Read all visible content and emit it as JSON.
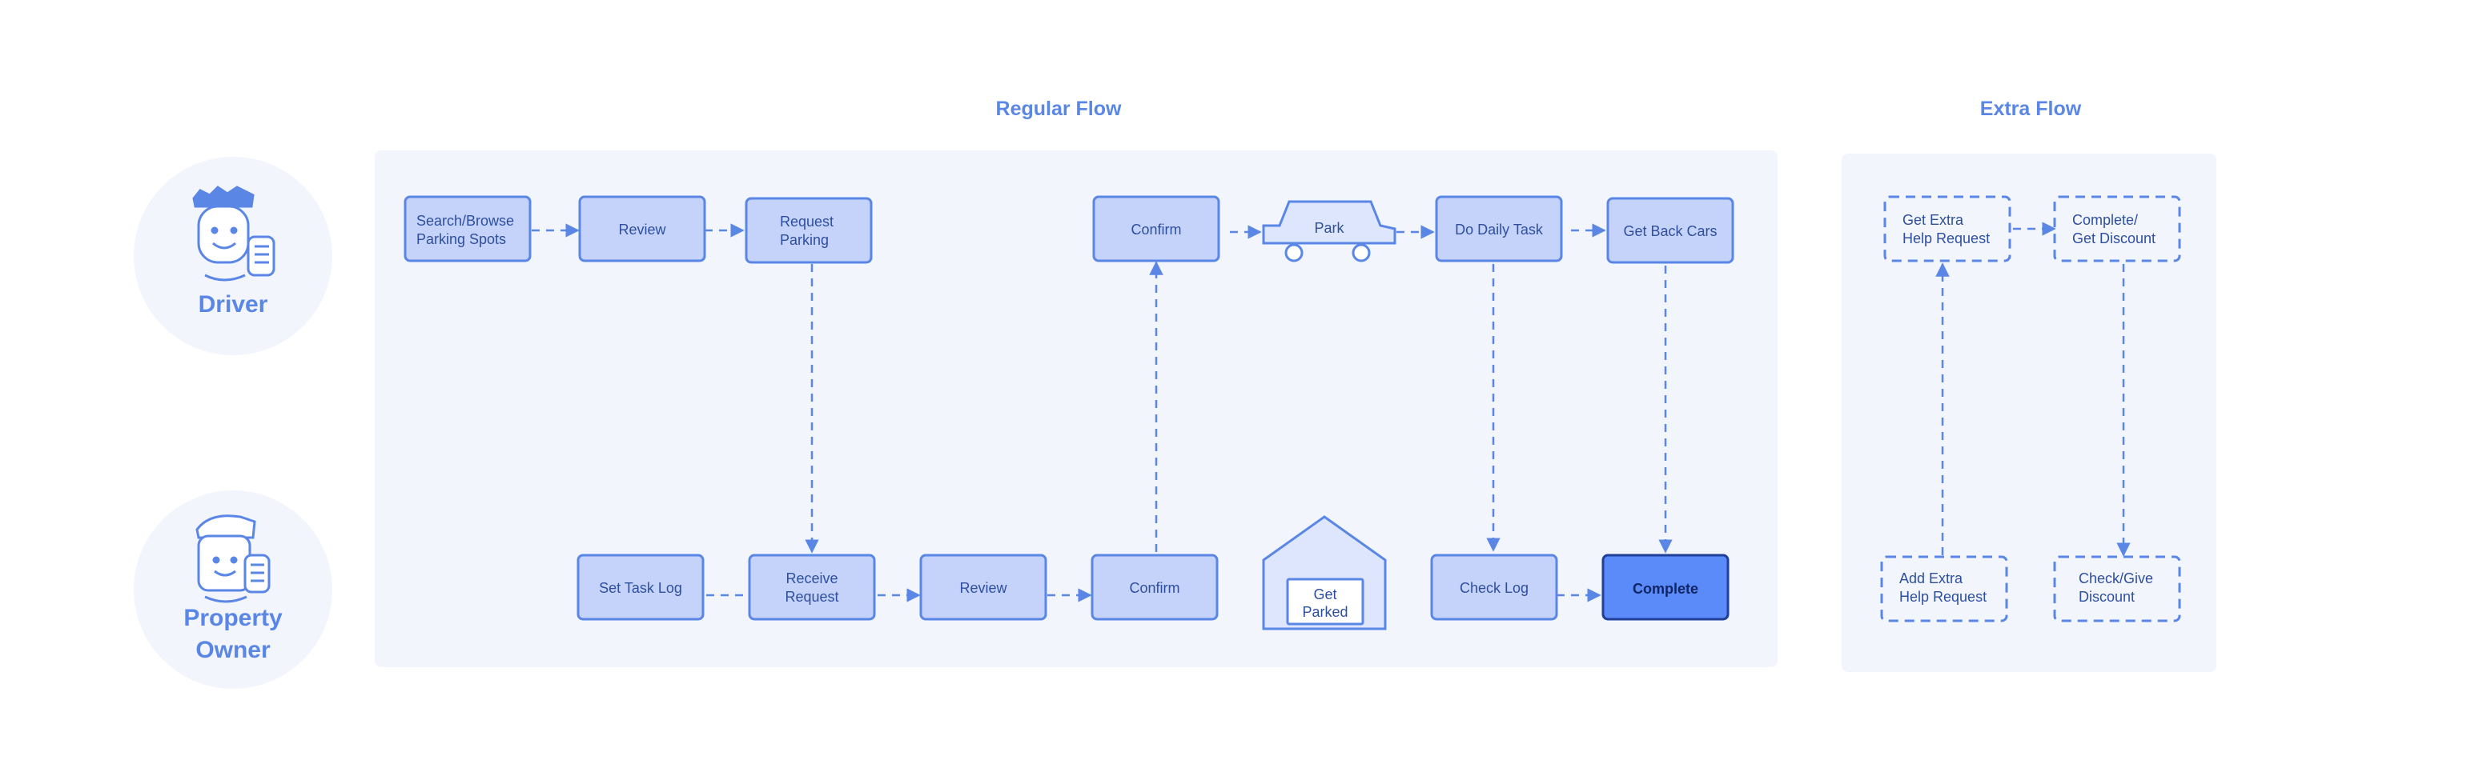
{
  "headers": {
    "regular": "Regular Flow",
    "extra": "Extra Flow"
  },
  "roles": {
    "driver": "Driver",
    "owner_line1": "Property",
    "owner_line2": "Owner"
  },
  "driver_row": {
    "search": [
      "Search/Browse",
      "Parking Spots"
    ],
    "review": "Review",
    "request": [
      "Request",
      "Parking"
    ],
    "confirm": "Confirm",
    "park": "Park",
    "daily": "Do Daily Task",
    "getback": "Get Back Cars"
  },
  "owner_row": {
    "tasklog": "Set Task Log",
    "receive": [
      "Receive",
      "Request"
    ],
    "review": "Review",
    "confirm": "Confirm",
    "parked": [
      "Get",
      "Parked"
    ],
    "checklog": "Check Log",
    "complete": "Complete"
  },
  "extra": {
    "get_extra": [
      "Get Extra",
      "Help Request"
    ],
    "complete_discount": [
      "Complete/",
      "Get Discount"
    ],
    "add_extra": [
      "Add Extra",
      "Help Request"
    ],
    "check_discount": [
      "Check/Give",
      "Discount"
    ]
  },
  "colors": {
    "accent": "#4f7fe0",
    "node_fill": "#c5d3fb",
    "node_stroke": "#5a86e6",
    "panel_bg": "#f2f5fc",
    "highlight": "#5b8bf9"
  }
}
